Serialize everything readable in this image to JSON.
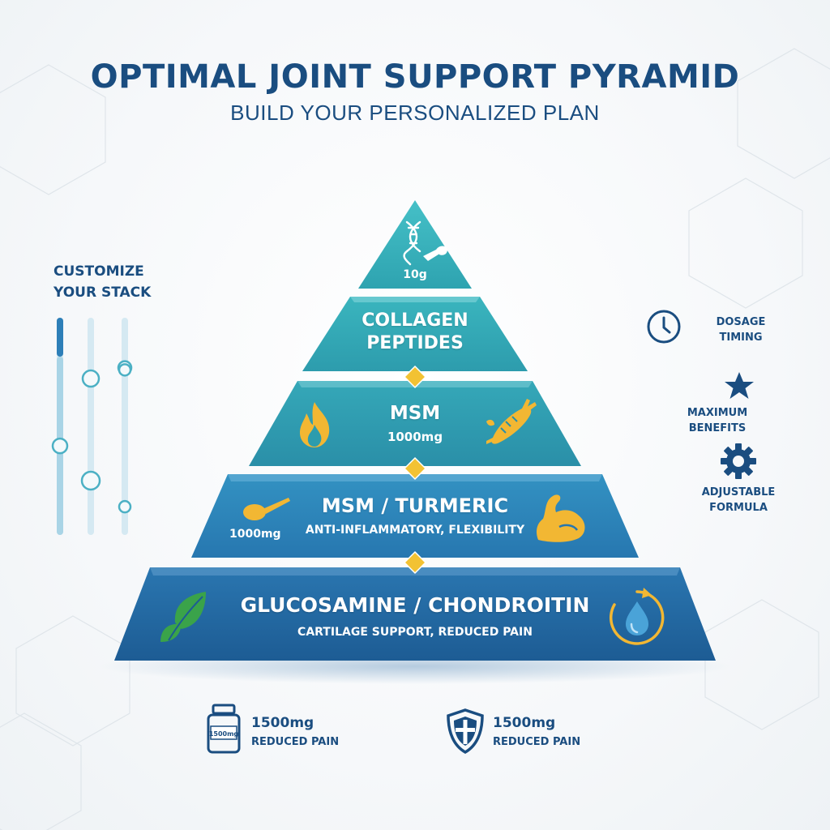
{
  "header": {
    "title": "OPTIMAL JOINT SUPPORT PYRAMID",
    "subtitle": "BUILD YOUR PERSONALIZED PLAN"
  },
  "pyramid": {
    "tiers": [
      {
        "name": "",
        "dose": "10g",
        "icons": [
          "dna-icon",
          "scoop-icon"
        ]
      },
      {
        "name": "COLLAGEN",
        "name_line2": "PEPTIDES",
        "description": ""
      },
      {
        "name": "MSM",
        "dose": "1000mg",
        "icons": [
          "flame-icon",
          "turmeric-root-icon"
        ]
      },
      {
        "name": "MSM / TURMERIC",
        "dose": "1000mg",
        "description": "ANTI-INFLAMMATORY, FLEXIBILITY",
        "icons": [
          "spoon-icon",
          "flexed-arm-icon"
        ]
      },
      {
        "name": "GLUCOSAMINE / CHONDROITIN",
        "description": "CARTILAGE SUPPORT, REDUCED PAIN",
        "icons": [
          "leaf-icon",
          "water-drop-cycle-icon"
        ]
      }
    ]
  },
  "customize": {
    "title": "CUSTOMIZE YOUR STACK",
    "sliders": [
      {
        "value": 0.59
      },
      {
        "value": 0.75
      },
      {
        "value": 0.23
      }
    ]
  },
  "features": [
    {
      "icon": "clock-icon",
      "label_line1": "DOSAGE",
      "label_line2": "TIMING"
    },
    {
      "icon": "star-icon",
      "label_line1": "MAXIMUM BENEFITS",
      "label_line2": ""
    },
    {
      "icon": "gear-icon",
      "label_line1": "ADJUSTABLE",
      "label_line2": "FORMULA"
    }
  ],
  "bottom": [
    {
      "icon": "supplement-bottle-icon",
      "icon_text": "1500mg",
      "value": "1500mg",
      "label": "REDUCED PAIN"
    },
    {
      "icon": "shield-icon",
      "value": "1500mg",
      "label": "REDUCED PAIN"
    }
  ],
  "colors": {
    "navy": "#1a4d80",
    "tier_top": "#2fa8b5",
    "tier_bottom": "#1d5f99",
    "accent_gold": "#f0c040",
    "leaf_green": "#3aa34a"
  }
}
